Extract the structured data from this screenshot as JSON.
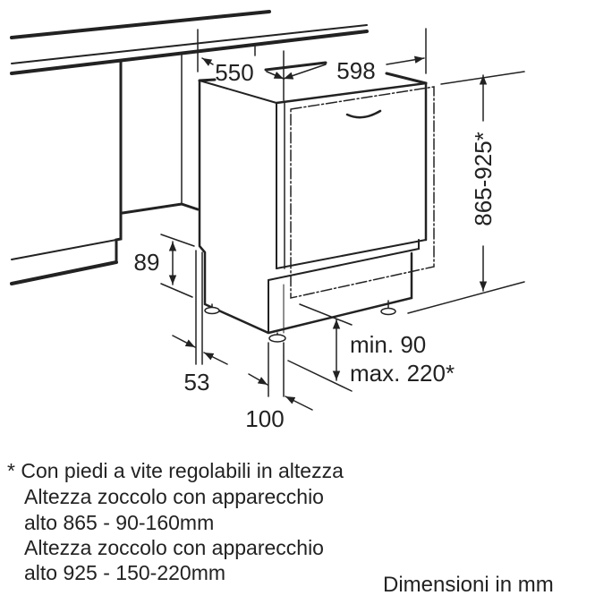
{
  "dimensions": {
    "depth": "550",
    "width": "598",
    "height": "865-925*",
    "plinth_height": "89",
    "side_offset": "53",
    "plinth_depth": "100",
    "plinth_min": "min. 90",
    "plinth_max": "max. 220*"
  },
  "notes": [
    "* Con piedi a vite regolabili in altezza",
    "Altezza zoccolo con apparecchio",
    "alto 865 - 90-160mm",
    "Altezza zoccolo con apparecchio",
    "alto 925 - 150-220mm"
  ],
  "caption": "Dimensioni in mm"
}
